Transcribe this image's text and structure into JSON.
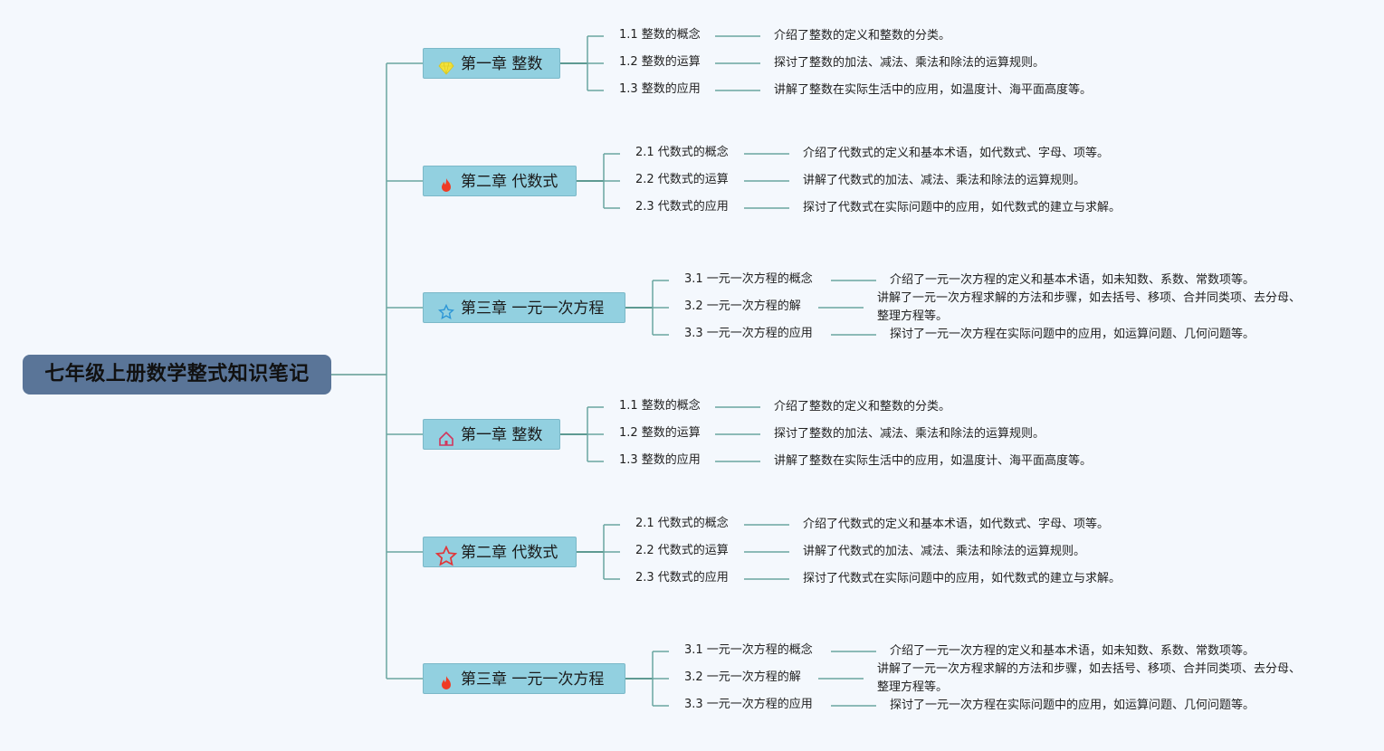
{
  "root": {
    "title": "七年级上册数学整式知识笔记"
  },
  "colors": {
    "root_bg": "#5a7598",
    "chapter_bg": "#92d0e0",
    "line": "#6aa6a0",
    "background": "#f4f8fd"
  },
  "chapters": [
    {
      "label": "第一章 整数",
      "icon": "diamond-icon",
      "subs": [
        {
          "label": "1.1 整数的概念",
          "desc": "介绍了整数的定义和整数的分类。"
        },
        {
          "label": "1.2 整数的运算",
          "desc": "探讨了整数的加法、减法、乘法和除法的运算规则。"
        },
        {
          "label": "1.3 整数的应用",
          "desc": "讲解了整数在实际生活中的应用，如温度计、海平面高度等。"
        }
      ]
    },
    {
      "label": "第二章 代数式",
      "icon": "fire-icon",
      "subs": [
        {
          "label": "2.1 代数式的概念",
          "desc": "介绍了代数式的定义和基本术语，如代数式、字母、项等。"
        },
        {
          "label": "2.2 代数式的运算",
          "desc": "讲解了代数式的加法、减法、乘法和除法的运算规则。"
        },
        {
          "label": "2.3 代数式的应用",
          "desc": "探讨了代数式在实际问题中的应用，如代数式的建立与求解。"
        }
      ]
    },
    {
      "label": "第三章 一元一次方程",
      "icon": "star-outline-blue-icon",
      "subs": [
        {
          "label": "3.1 一元一次方程的概念",
          "desc": "介绍了一元一次方程的定义和基本术语，如未知数、系数、常数项等。"
        },
        {
          "label": "3.2 一元一次方程的解",
          "desc": "讲解了一元一次方程求解的方法和步骤，如去括号、移项、合并同类项、去分母、整理方程等。"
        },
        {
          "label": "3.3 一元一次方程的应用",
          "desc": "探讨了一元一次方程在实际问题中的应用，如运算问题、几何问题等。"
        }
      ]
    },
    {
      "label": "第一章 整数",
      "icon": "home-icon",
      "subs": [
        {
          "label": "1.1 整数的概念",
          "desc": "介绍了整数的定义和整数的分类。"
        },
        {
          "label": "1.2 整数的运算",
          "desc": "探讨了整数的加法、减法、乘法和除法的运算规则。"
        },
        {
          "label": "1.3 整数的应用",
          "desc": "讲解了整数在实际生活中的应用，如温度计、海平面高度等。"
        }
      ]
    },
    {
      "label": "第二章 代数式",
      "icon": "star-outline-red-icon",
      "subs": [
        {
          "label": "2.1 代数式的概念",
          "desc": "介绍了代数式的定义和基本术语，如代数式、字母、项等。"
        },
        {
          "label": "2.2 代数式的运算",
          "desc": "讲解了代数式的加法、减法、乘法和除法的运算规则。"
        },
        {
          "label": "2.3 代数式的应用",
          "desc": "探讨了代数式在实际问题中的应用，如代数式的建立与求解。"
        }
      ]
    },
    {
      "label": "第三章 一元一次方程",
      "icon": "fire-icon",
      "subs": [
        {
          "label": "3.1 一元一次方程的概念",
          "desc": "介绍了一元一次方程的定义和基本术语，如未知数、系数、常数项等。"
        },
        {
          "label": "3.2 一元一次方程的解",
          "desc": "讲解了一元一次方程求解的方法和步骤，如去括号、移项、合并同类项、去分母、整理方程等。"
        },
        {
          "label": "3.3 一元一次方程的应用",
          "desc": "探讨了一元一次方程在实际问题中的应用，如运算问题、几何问题等。"
        }
      ]
    }
  ]
}
